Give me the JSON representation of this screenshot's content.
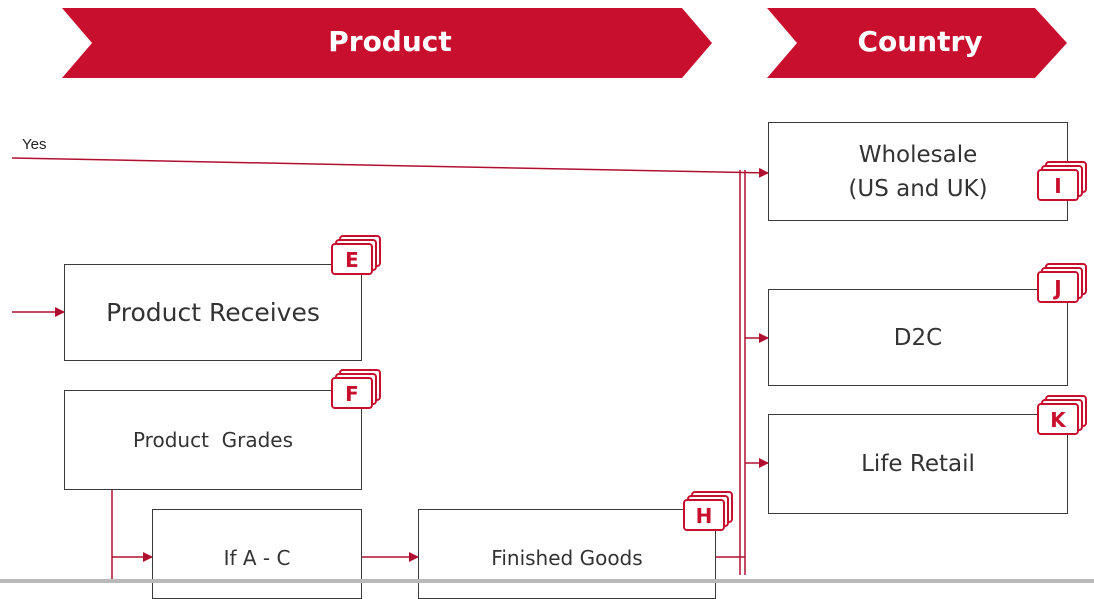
{
  "headers": {
    "product": "Product",
    "country": "Country"
  },
  "yes_label": "Yes",
  "boxes": {
    "wholesale": "Wholesale\n(US and UK)",
    "d2c": "D2C",
    "life_retail": "Life Retail",
    "product_receives": "Product Receives",
    "product_grades": "Product  Grades",
    "if_a_c": "If A - C",
    "finished_goods": "Finished Goods"
  },
  "badges": {
    "e": "E",
    "f": "F",
    "h": "H",
    "i": "I",
    "j": "J",
    "k": "K"
  },
  "colors": {
    "accent": "#c8102e",
    "line": "#b01030",
    "box_border": "#3a3a3a"
  }
}
